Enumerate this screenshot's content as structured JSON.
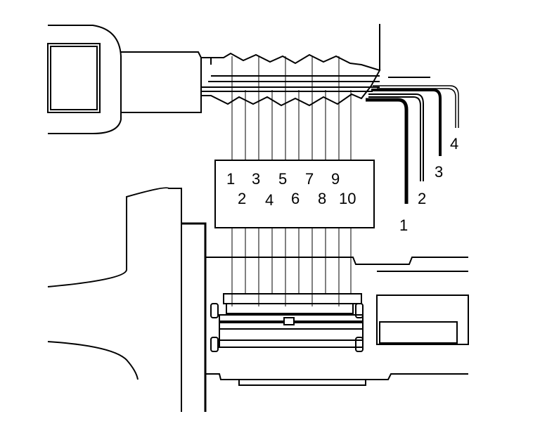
{
  "cut_labels": {
    "top_row": [
      "1",
      "3",
      "5",
      "7",
      "9"
    ],
    "bottom_row": [
      "2",
      "4",
      "6",
      "8",
      "10"
    ]
  },
  "wire_labels": [
    "1",
    "2",
    "3",
    "4"
  ],
  "colors": {
    "line": "#000000",
    "background": "#ffffff"
  }
}
